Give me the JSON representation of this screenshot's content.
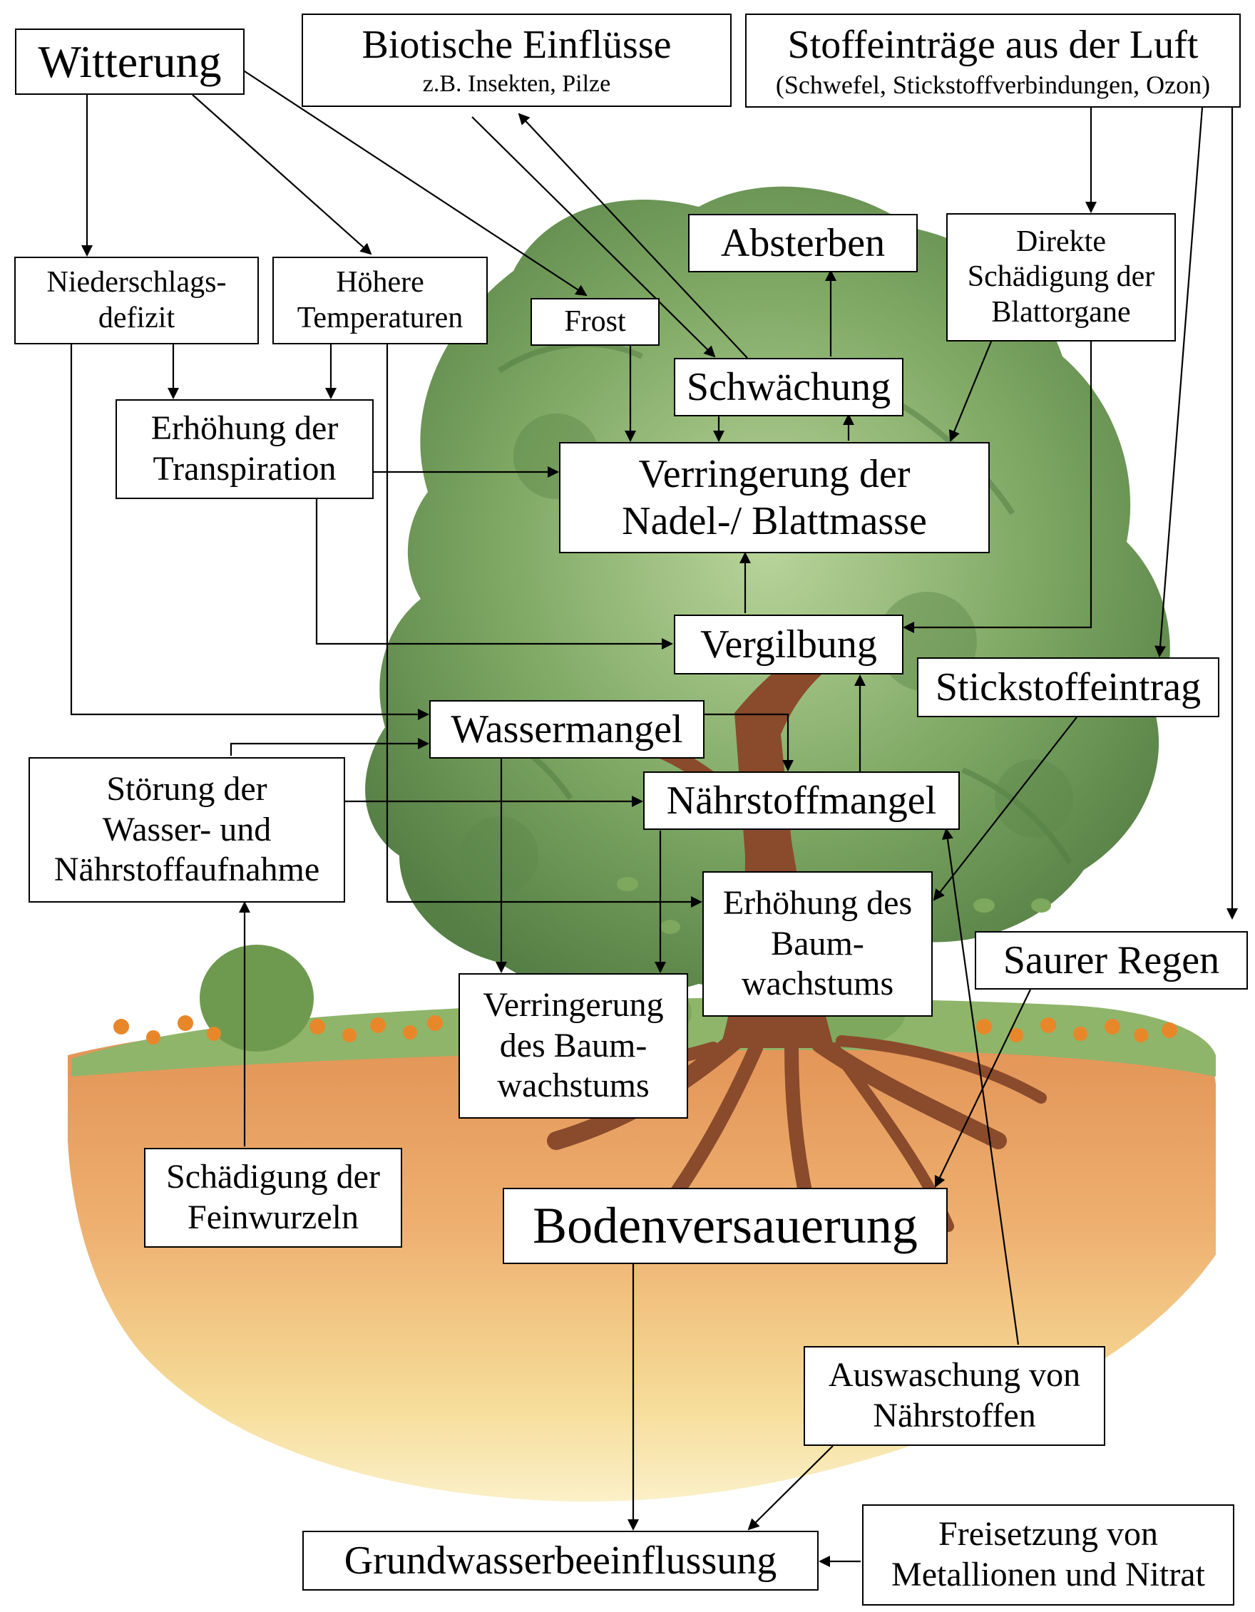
{
  "nodes": {
    "witterung": {
      "lines": [
        "Witterung"
      ]
    },
    "biotische": {
      "lines": [
        "Biotische Einflüsse"
      ],
      "sub": "z.B. Insekten, Pilze"
    },
    "stoffeintraege": {
      "lines": [
        "Stoffeinträge aus der Luft"
      ],
      "sub": "(Schwefel, Stickstoffverbindungen, Ozon)"
    },
    "niederschlag": {
      "lines": [
        "Niederschlags-",
        "defizit"
      ]
    },
    "temperaturen": {
      "lines": [
        "Höhere",
        "Temperaturen"
      ]
    },
    "frost": {
      "lines": [
        "Frost"
      ]
    },
    "absterben": {
      "lines": [
        "Absterben"
      ]
    },
    "direkte": {
      "lines": [
        "Direkte",
        "Schädigung der",
        "Blattorgane"
      ]
    },
    "schwaechung": {
      "lines": [
        "Schwächung"
      ]
    },
    "transpiration": {
      "lines": [
        "Erhöhung der",
        "Transpiration"
      ]
    },
    "verringerung_nadel": {
      "lines": [
        "Verringerung der",
        "Nadel-/ Blattmasse"
      ]
    },
    "vergilbung": {
      "lines": [
        "Vergilbung"
      ]
    },
    "stickstoff": {
      "lines": [
        "Stickstoffeintrag"
      ]
    },
    "wassermangel": {
      "lines": [
        "Wassermangel"
      ]
    },
    "stoerung": {
      "lines": [
        "Störung der",
        "Wasser- und",
        "Nährstoffaufnahme"
      ]
    },
    "naehrstoffmangel": {
      "lines": [
        "Nährstoffmangel"
      ]
    },
    "erhoehung_baum": {
      "lines": [
        "Erhöhung des",
        "Baum-",
        "wachstums"
      ]
    },
    "saurer_regen": {
      "lines": [
        "Saurer Regen"
      ]
    },
    "verringerung_baum": {
      "lines": [
        "Verringerung",
        "des Baum-",
        "wachstums"
      ]
    },
    "feinwurzeln": {
      "lines": [
        "Schädigung der",
        "Feinwurzeln"
      ]
    },
    "bodenversauerung": {
      "lines": [
        "Bodenversauerung"
      ]
    },
    "auswaschung": {
      "lines": [
        "Auswaschung von",
        "Nährstoffen"
      ]
    },
    "grundwasser": {
      "lines": [
        "Grundwasserbeeinflussung"
      ]
    },
    "freisetzung": {
      "lines": [
        "Freisetzung von",
        "Metallionen und Nitrat"
      ]
    }
  },
  "colors": {
    "foliage": "#6f9a55",
    "foliage_light": "#a9c98a",
    "trunk": "#8a4a2c",
    "soil": "#e39a5a",
    "soil_light": "#f7dfa0",
    "flowers": "#e8872a"
  }
}
